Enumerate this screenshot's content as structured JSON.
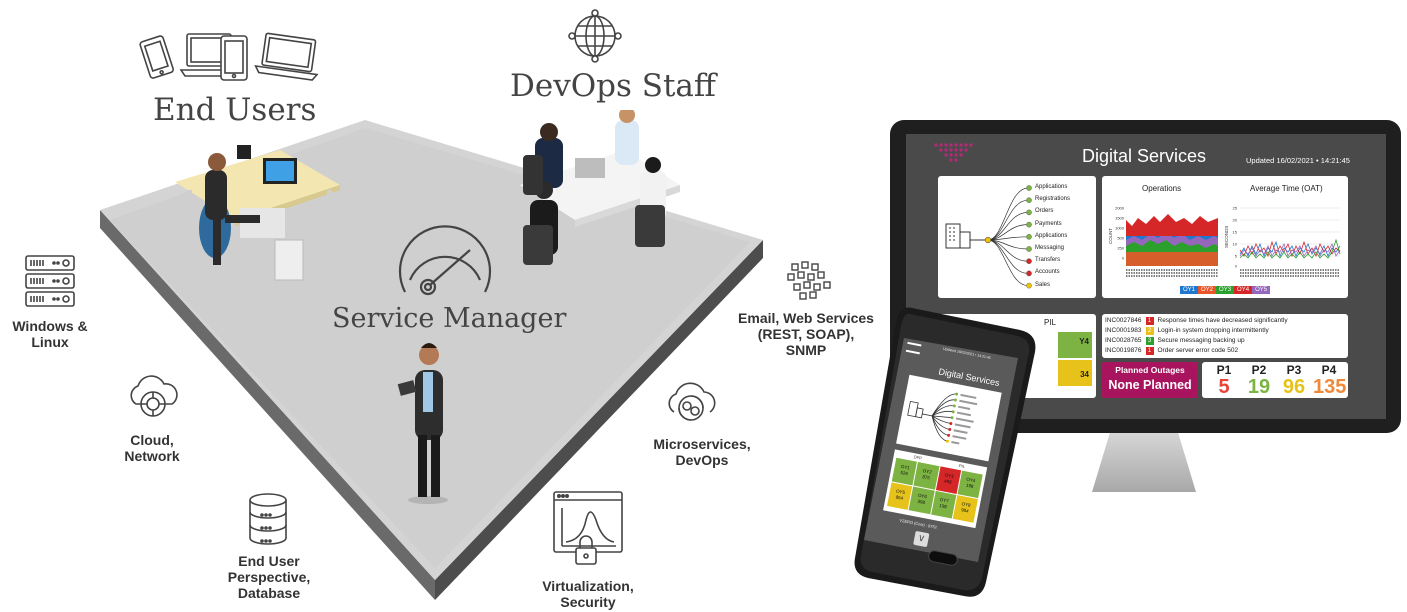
{
  "labels": {
    "end_users": "End Users",
    "devops_staff": "DevOps Staff",
    "service_manager": "Service Manager",
    "windows_linux": [
      "Windows &",
      "Linux"
    ],
    "cloud_network": [
      "Cloud,",
      "Network"
    ],
    "end_user_db": [
      "End User",
      "Perspective,",
      "Database"
    ],
    "virt_security": [
      "Virtualization,",
      "Security"
    ],
    "microservices": [
      "Microservices,",
      "DevOps"
    ],
    "email_web": [
      "Email, Web Services",
      "(REST, SOAP), SNMP"
    ]
  },
  "dashboard": {
    "title": "Digital Services",
    "updated": "Updated 16/02/2021 • 14:21:45",
    "tree_items": [
      "Applications",
      "Registrations",
      "Orders",
      "Payments",
      "Applications",
      "Messaging",
      "Transfers",
      "Accounts",
      "Sales"
    ],
    "chart_titles": {
      "operations": "Operations",
      "avg_time": "Average Time (OAT)"
    },
    "axis": {
      "count": "COUNT",
      "seconds": "SECONDS"
    },
    "ops_ticks": [
      "2000",
      "1500",
      "1000",
      "500",
      "250",
      "0"
    ],
    "oat_ticks": [
      "25",
      "20",
      "15",
      "10",
      "5",
      "0"
    ],
    "legend": [
      {
        "label": "OY1",
        "color": "#1f77d0"
      },
      {
        "label": "OY2",
        "color": "#e8562a"
      },
      {
        "label": "OY3",
        "color": "#2ca02c"
      },
      {
        "label": "OY4",
        "color": "#d62728"
      },
      {
        "label": "OY5",
        "color": "#9467bd"
      }
    ],
    "pil_label": "PIL",
    "pil_cells": [
      "Y4",
      "",
      "",
      "34"
    ],
    "incidents": [
      {
        "id": "INC0027846",
        "sev": "1",
        "color": "#d62728",
        "text": "Response times have decreased significantly"
      },
      {
        "id": "INC0001983",
        "sev": "2",
        "color": "#e8c21a",
        "text": "Login-in system dropping intermittently"
      },
      {
        "id": "INC0028765",
        "sev": "3",
        "color": "#2ca02c",
        "text": "Secure messaging backing up"
      },
      {
        "id": "INC0019876",
        "sev": "1",
        "color": "#d62728",
        "text": "Order server error code 502"
      }
    ],
    "planned_outages": {
      "title": "Planned Outages",
      "value": "None Planned"
    },
    "priorities": [
      {
        "label": "P1",
        "value": "5",
        "color": "#e8443a"
      },
      {
        "label": "P2",
        "value": "19",
        "color": "#7cb342"
      },
      {
        "label": "P3",
        "value": "96",
        "color": "#e6c21a"
      },
      {
        "label": "P4",
        "value": "135",
        "color": "#f0883a"
      }
    ]
  },
  "phone": {
    "updated": "Updated 16/02/2021 • 14:21:45",
    "title": "Digital Services",
    "dfp_label": "DFP",
    "pil_label": "PIL",
    "grid": [
      {
        "t": "OY1",
        "v": "526",
        "c": "#7cb342"
      },
      {
        "t": "OY2",
        "v": "875",
        "c": "#7cb342"
      },
      {
        "t": "OY3",
        "v": "498",
        "c": "#d62728"
      },
      {
        "t": "OY4",
        "v": "198",
        "c": "#7cb342"
      },
      {
        "t": "OY5",
        "v": "854",
        "c": "#e6c21a"
      },
      {
        "t": "OY6",
        "v": "398",
        "c": "#7cb342"
      },
      {
        "t": "OY7",
        "v": "198",
        "c": "#7cb342"
      },
      {
        "t": "OY8",
        "v": "984",
        "c": "#e6c21a"
      }
    ],
    "footer": "VZERO (Cost) : 8752"
  }
}
